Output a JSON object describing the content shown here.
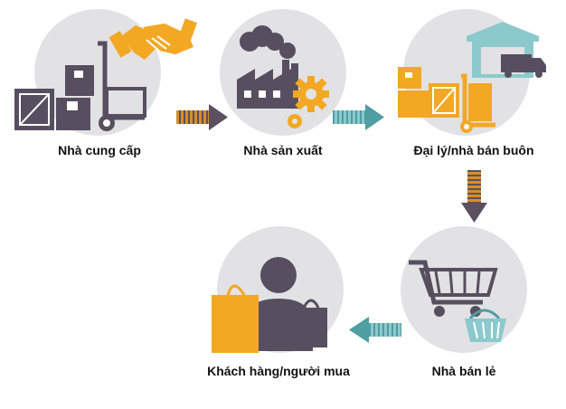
{
  "stages": [
    {
      "id": "supplier",
      "label": "Nhà cung cấp"
    },
    {
      "id": "manufacturer",
      "label": "Nhà sản xuất"
    },
    {
      "id": "wholesaler",
      "label": "Đại lý/nhà bán buôn"
    },
    {
      "id": "retailer",
      "label": "Nhà bán lẻ"
    },
    {
      "id": "customer",
      "label": "Khách hàng/người mua"
    }
  ],
  "colors": {
    "circle": "#e2e2e4",
    "dark": "#574e60",
    "orange": "#f2a823",
    "teal": "#8cc9cc",
    "teal_dark": "#4e9ea2",
    "arrow_stripe": "#d98e21",
    "arrow_dark": "#5a5060"
  }
}
